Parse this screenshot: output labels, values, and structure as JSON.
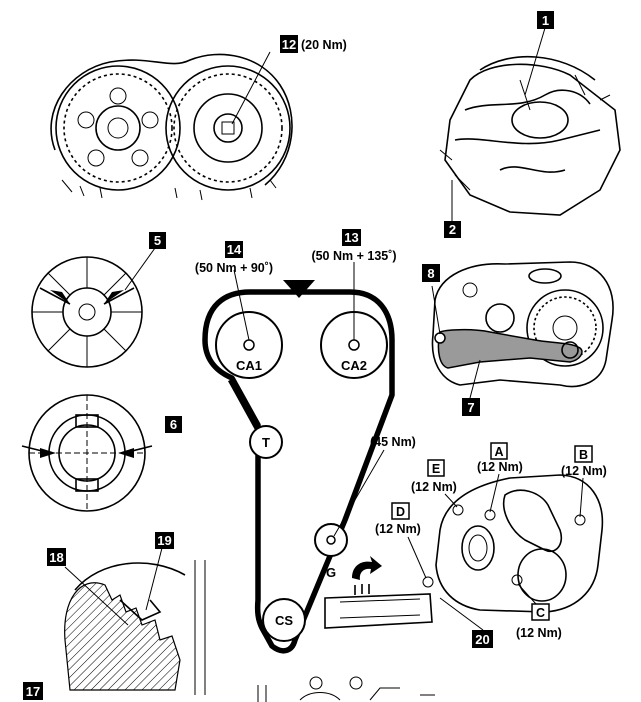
{
  "callouts": {
    "c1": "1",
    "c2": "2",
    "c5": "5",
    "c6": "6",
    "c7": "7",
    "c8": "8",
    "c12": "12",
    "c13": "13",
    "c14": "14",
    "c17": "17",
    "c18": "18",
    "c19": "19",
    "c20": "20",
    "cA": "A",
    "cB": "B",
    "cC": "C",
    "cD": "D",
    "cE": "E"
  },
  "torques": {
    "t12": "(20 Nm)",
    "t14": "(50 Nm + 90˚)",
    "t13": "(50 Nm + 135˚)",
    "t45": "(45 Nm)",
    "tA": "(12 Nm)",
    "tB": "(12 Nm)",
    "tC": "(12 Nm)",
    "tD": "(12 Nm)",
    "tE": "(12 Nm)"
  },
  "pulleys": {
    "ca1": "CA1",
    "ca2": "CA2",
    "t": "T",
    "g": "G",
    "cs": "CS"
  }
}
